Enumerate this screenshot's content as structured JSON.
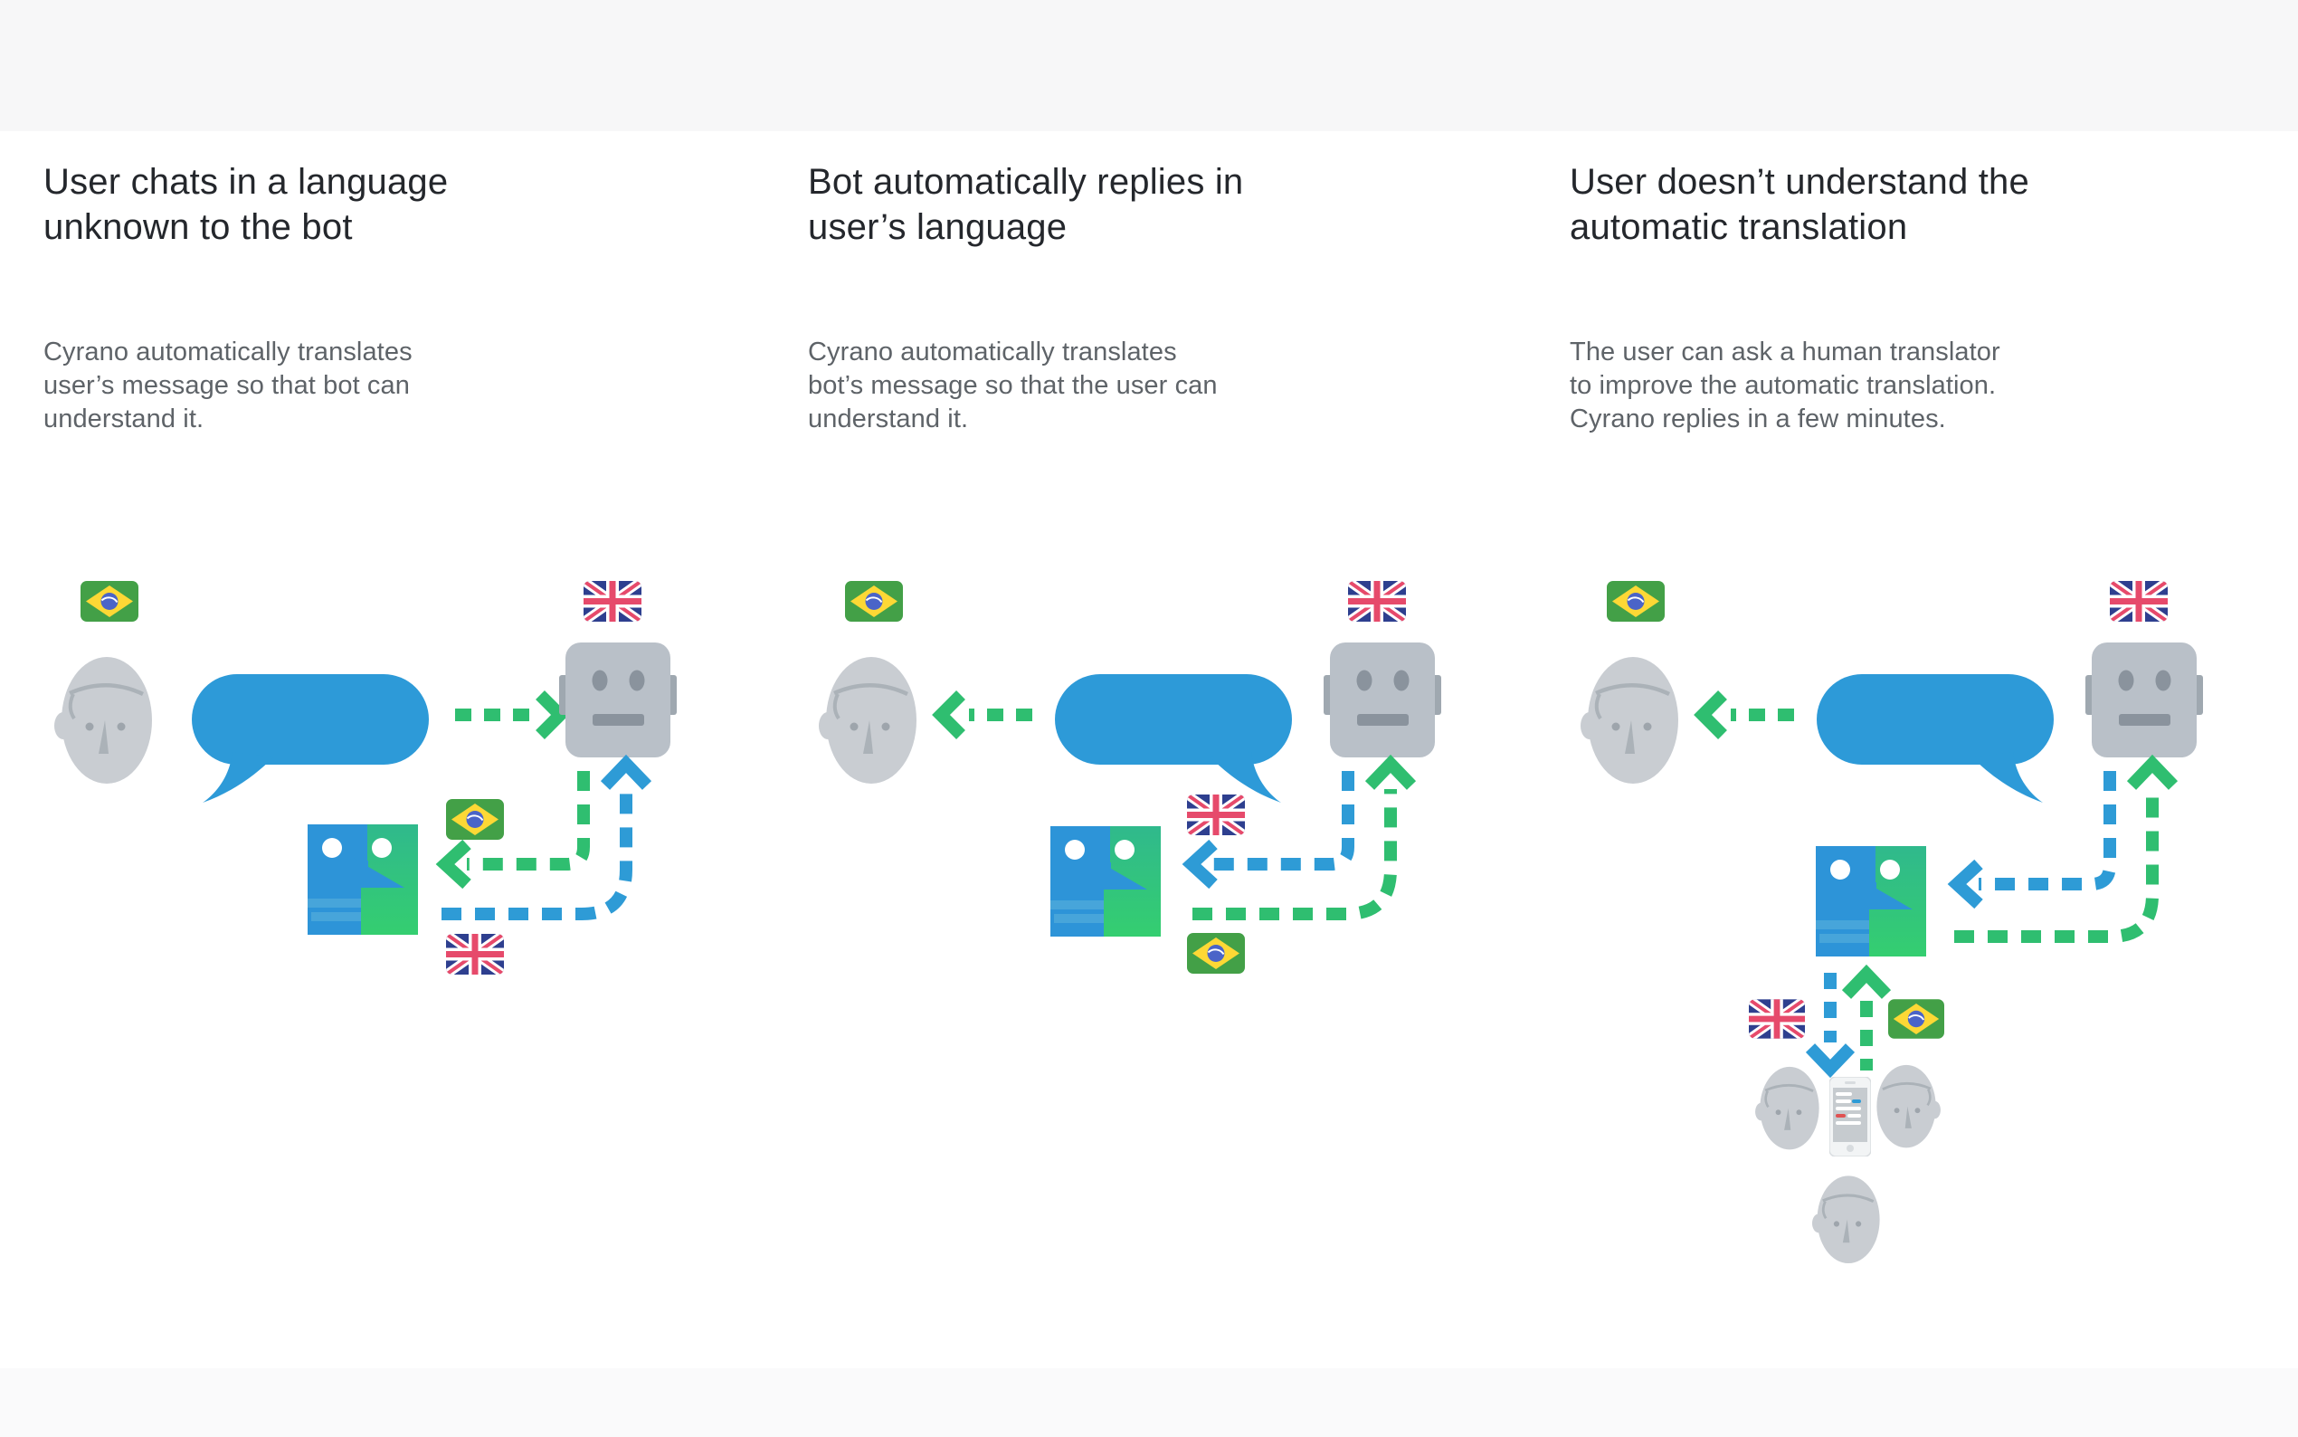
{
  "columns": [
    {
      "heading": "User chats in a language\nunknown to the bot",
      "body": "Cyrano automatically translates\nuser’s message so that bot can\nunderstand it."
    },
    {
      "heading": "Bot automatically replies in\nuser’s language",
      "body": "Cyrano automatically translates\nbot’s message so that the user can\nunderstand it."
    },
    {
      "heading": "User doesn’t understand the\nautomatic translation",
      "body": "The user can ask a human translator\nto improve the automatic translation.\nCyrano replies in a few minutes."
    }
  ],
  "colors": {
    "heading_text": "#24272c",
    "body_text": "#5e6368",
    "band_top": "#f7f7f8",
    "band_bottom": "#fafafb",
    "arrow_green": "#2fbe70",
    "arrow_blue": "#2e9bd6",
    "bubble_blue": "#2d9ad8",
    "head_gray": "#c9cdd2",
    "head_detail": "#abb2b8",
    "head_eye": "#9ea5ac",
    "robot_gray": "#b9c0c8",
    "robot_detail": "#8a939d",
    "robot_ear": "#9fa8b0",
    "logo_blue": "#2d94d8",
    "logo_teal": "#30b98c",
    "logo_green": "#34ce70",
    "logo_stripe": "#47a5da",
    "flag_br_green": "#43a047",
    "flag_br_yellow": "#fdd835",
    "flag_br_blue": "#4a64c8",
    "flag_uk_navy": "#2e3f8f",
    "flag_uk_red": "#e64a6b",
    "phone_body": "#f2f4f5",
    "phone_screen": "#c6cbcf",
    "phone_red": "#e05252"
  }
}
